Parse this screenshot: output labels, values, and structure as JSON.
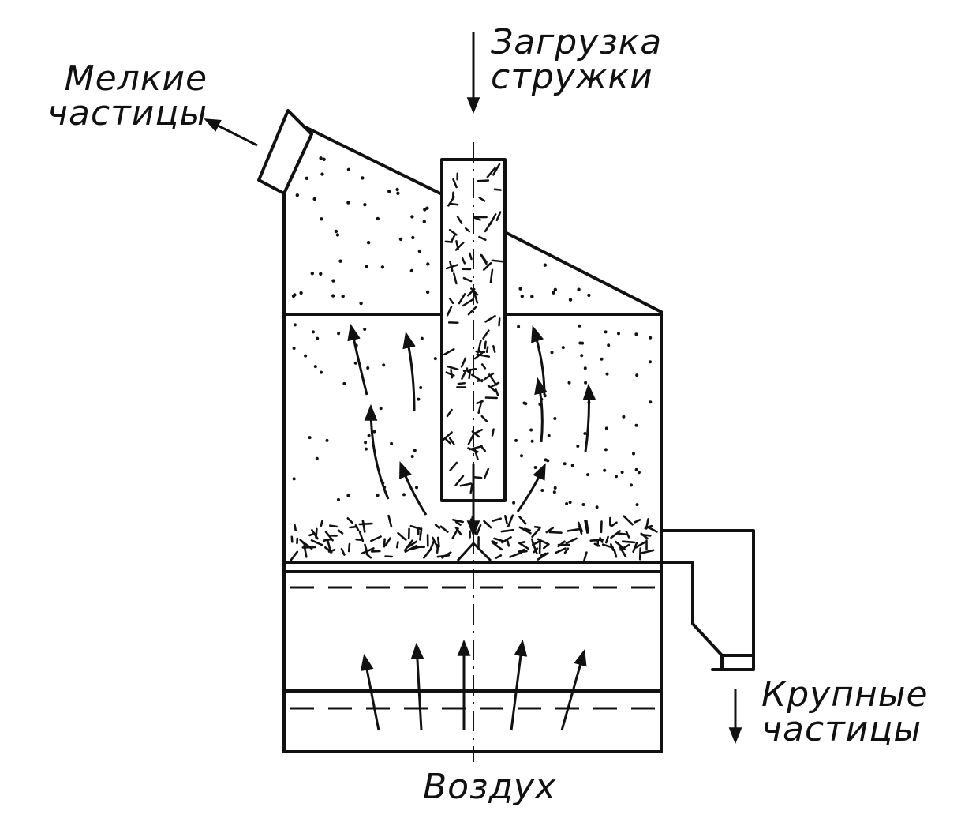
{
  "labels": {
    "fine_particles": [
      "Мелкие",
      "частицы"
    ],
    "chip_loading": [
      "Загрузка",
      "стружки"
    ],
    "coarse_particles": [
      "Крупные",
      "частицы"
    ],
    "air": "Воздух"
  },
  "colors": {
    "ink": "#111111",
    "background": "#ffffff"
  }
}
